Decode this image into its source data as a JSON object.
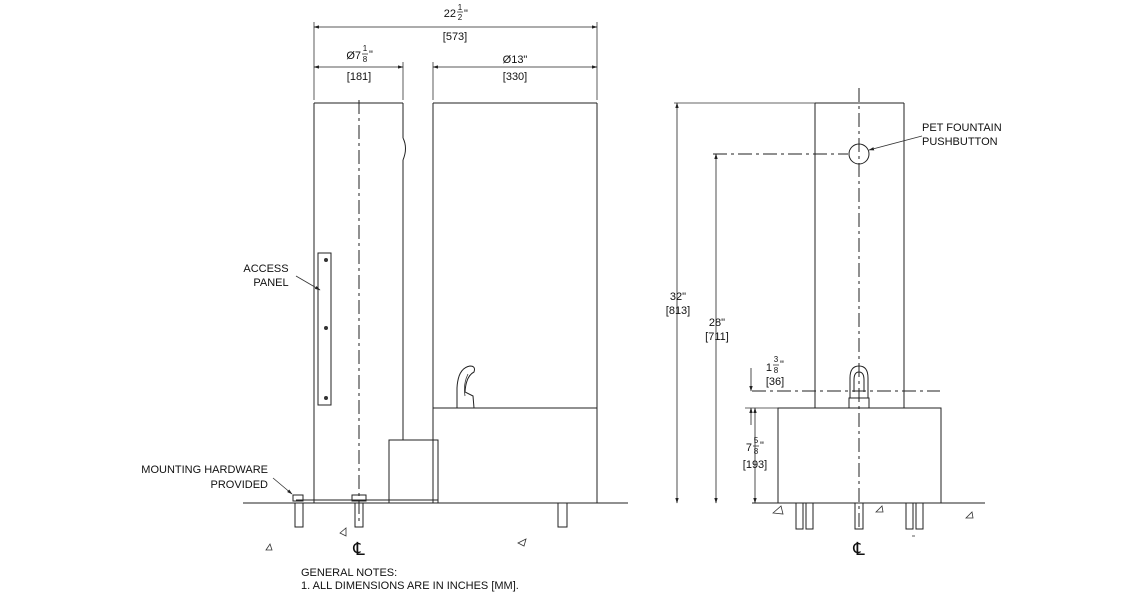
{
  "side_view": {
    "overall_width": {
      "whole": "22",
      "num": "1",
      "den": "2",
      "unit": "\"",
      "mm": "[573]"
    },
    "pedestal_diameter": {
      "prefix": "Ø7",
      "num": "1",
      "den": "8",
      "unit": "\"",
      "mm": "[181]"
    },
    "bowl_diameter": {
      "text": "Ø13\"",
      "mm": "[330]"
    },
    "access_panel_label": [
      "ACCESS",
      "PANEL"
    ],
    "mounting_label": [
      "MOUNTING HARDWARE",
      "PROVIDED"
    ],
    "centerline_symbol": "℄"
  },
  "front_view": {
    "overall_height": {
      "text": "32\"",
      "mm": "[813]"
    },
    "button_height": {
      "text": "28\"",
      "mm": "[711]"
    },
    "bubbler_offset": {
      "whole": "1",
      "num": "3",
      "den": "8",
      "unit": "\"",
      "mm": "[36]"
    },
    "basin_height": {
      "whole": "7",
      "num": "5",
      "den": "8",
      "unit": "\"",
      "mm": "[193]"
    },
    "pushbutton_label": [
      "PET FOUNTAIN",
      "PUSHBUTTON"
    ],
    "centerline_symbol": "℄"
  },
  "general_notes": {
    "title": "GENERAL NOTES:",
    "items": [
      "1. ALL DIMENSIONS ARE IN INCHES [MM]."
    ]
  }
}
